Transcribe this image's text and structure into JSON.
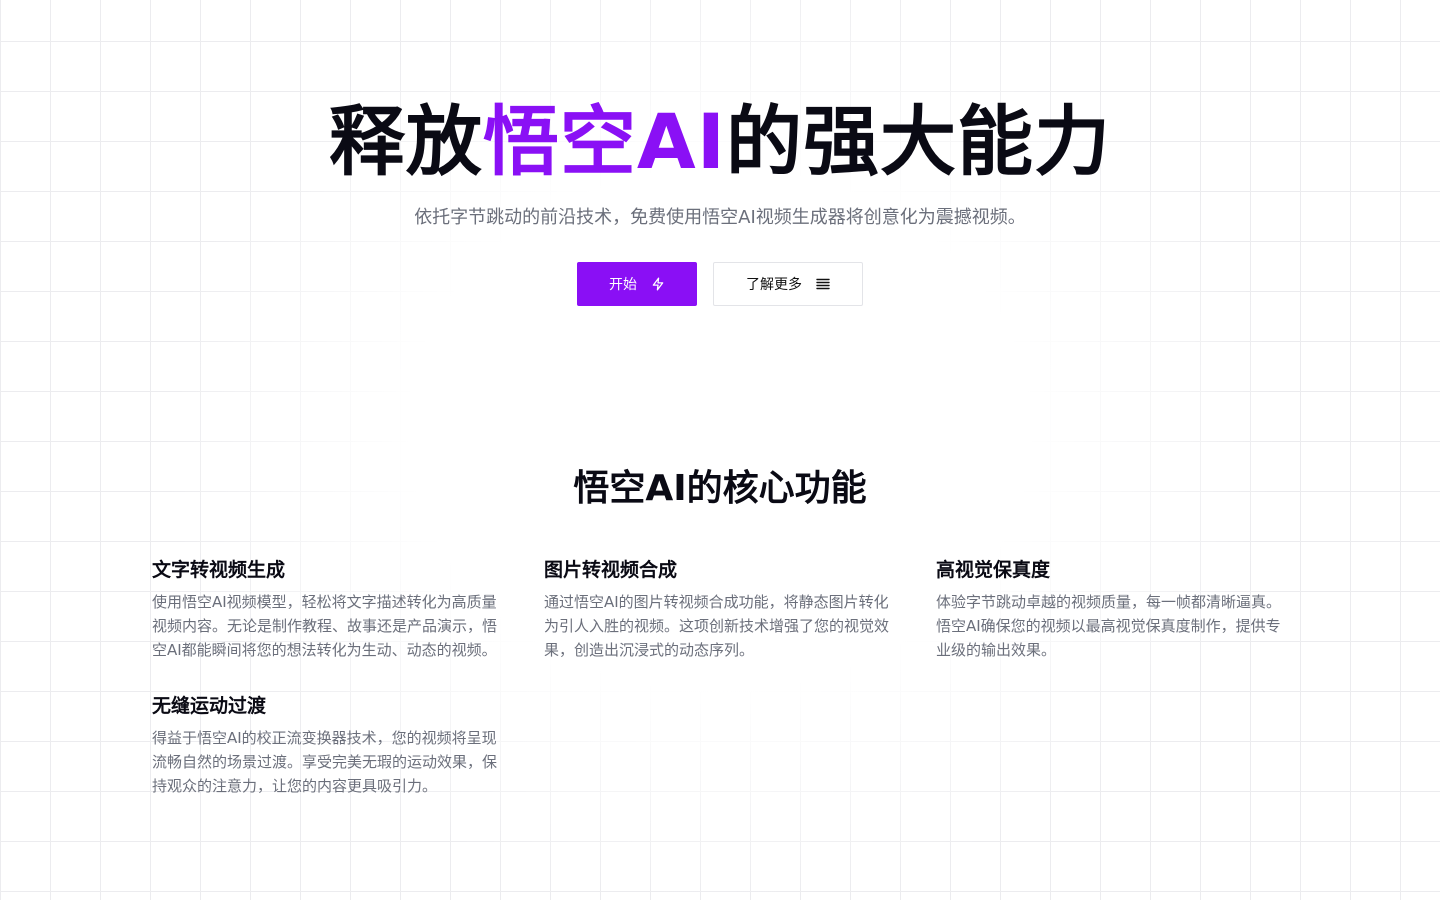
{
  "hero": {
    "title_prefix": "释放",
    "title_accent": "悟空AI",
    "title_suffix": "的强大能力",
    "subtitle": "依托字节跳动的前沿技术，免费使用悟空AI视频生成器将创意化为震撼视频。",
    "primary_button": {
      "label": "开始",
      "icon": "lightning-icon"
    },
    "secondary_button": {
      "label": "了解更多",
      "icon": "menu-lines-icon"
    }
  },
  "features": {
    "title": "悟空AI的核心功能",
    "items": [
      {
        "title": "文字转视频生成",
        "description": "使用悟空AI视频模型，轻松将文字描述转化为高质量视频内容。无论是制作教程、故事还是产品演示，悟空AI都能瞬间将您的想法转化为生动、动态的视频。"
      },
      {
        "title": "图片转视频合成",
        "description": "通过悟空AI的图片转视频合成功能，将静态图片转化为引人入胜的视频。这项创新技术增强了您的视觉效果，创造出沉浸式的动态序列。"
      },
      {
        "title": "高视觉保真度",
        "description": "体验字节跳动卓越的视频质量，每一帧都清晰逼真。悟空AI确保您的视频以最高视觉保真度制作，提供专业级的输出效果。"
      },
      {
        "title": "无缝运动过渡",
        "description": "得益于悟空AI的校正流变换器技术，您的视频将呈现流畅自然的场景过渡。享受完美无瑕的运动效果，保持观众的注意力，让您的内容更具吸引力。"
      }
    ]
  },
  "colors": {
    "accent": "#8a0ff5",
    "heading": "#0a0a14",
    "body_text": "#6b6f7b",
    "grid_line": "#ececef"
  }
}
